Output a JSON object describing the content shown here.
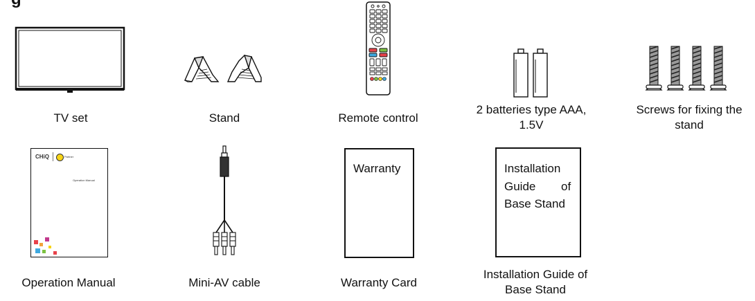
{
  "heading": "g",
  "items": [
    {
      "id": "tv-set",
      "caption": "TV set"
    },
    {
      "id": "stand",
      "caption": "Stand"
    },
    {
      "id": "remote-control",
      "caption": "Remote control"
    },
    {
      "id": "batteries",
      "caption_line1": "2 batteries type AAA,",
      "caption_line2": "1.5V"
    },
    {
      "id": "screws",
      "caption_line1": "Screws for fixing the",
      "caption_line2": "stand"
    },
    {
      "id": "operation-manual",
      "caption": "Operation Manual",
      "cover_brand": "CHiQ",
      "cover_partner": "Partner",
      "cover_title": "Operation Manual"
    },
    {
      "id": "mini-av-cable",
      "caption": "Mini-AV cable"
    },
    {
      "id": "warranty-card",
      "caption": "Warranty Card",
      "box_text": "Warranty"
    },
    {
      "id": "installation-guide",
      "caption_line1": "Installation Guide of",
      "caption_line2": "Base Stand",
      "box_line1": "Installation",
      "box_line2a": "Guide",
      "box_line2b": "of",
      "box_line3": "Base Stand"
    }
  ],
  "colors": {
    "line": "#111111",
    "manual_squares": [
      "#e8424a",
      "#f2a33a",
      "#3fa9e0",
      "#7dc242",
      "#c2398d",
      "#f7d417"
    ]
  }
}
